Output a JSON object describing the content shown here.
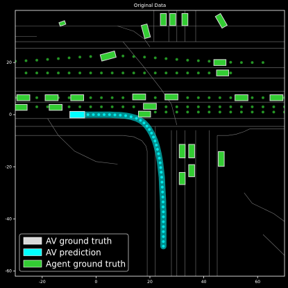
{
  "chart_data": {
    "type": "scatter",
    "title": "Original Data",
    "xlabel": "",
    "ylabel": "",
    "xlim": [
      -30,
      70
    ],
    "ylim": [
      -62,
      40
    ],
    "xticks": [
      -20,
      0,
      20,
      40,
      60
    ],
    "yticks": [
      20,
      0,
      -20,
      -40,
      -60
    ],
    "grid": false,
    "legend": {
      "placement": "lower-left",
      "entries": [
        {
          "label": "AV ground truth",
          "color": "#d9d9d9"
        },
        {
          "label": "AV prediction",
          "color": "#00ffff"
        },
        {
          "label": "Agent ground truth",
          "color": "#33cc33"
        }
      ]
    },
    "colors": {
      "background": "#000000",
      "road_lines": "#7a7a7a",
      "agent_fill": "#33cc33",
      "agent_edge": "#d9d9d9",
      "av_prediction": "#00ffff",
      "av_ground_truth": "#d9d9d9"
    },
    "av": {
      "x": -7,
      "y": 0,
      "w": 5.5,
      "h": 2.4,
      "angle": 0
    },
    "av_prediction": {
      "x": [
        -7,
        -5,
        -3,
        -1,
        1,
        3,
        5,
        7,
        9,
        11,
        13,
        15,
        16.5,
        17.8,
        18.9,
        19.8,
        20.6,
        21.3,
        21.9,
        22.4,
        22.8,
        23.2,
        23.5,
        23.8,
        24.0,
        24.2,
        24.4,
        24.5,
        24.6,
        24.7,
        24.8,
        24.9,
        24.9,
        25.0,
        25.0,
        25.0,
        25.0,
        25.0,
        25.0,
        25.0,
        25.0
      ],
      "y": [
        0,
        0,
        0,
        0,
        0,
        0,
        0,
        -0.1,
        -0.2,
        -0.4,
        -0.8,
        -1.4,
        -2.2,
        -3.2,
        -4.4,
        -5.7,
        -7.1,
        -8.6,
        -10.1,
        -11.7,
        -13.3,
        -15,
        -16.7,
        -18.5,
        -20.3,
        -22.1,
        -24,
        -25.9,
        -27.8,
        -29.7,
        -31.6,
        -33.5,
        -35.4,
        -37.3,
        -39.2,
        -41.1,
        -43,
        -44.9,
        -46.8,
        -48.7,
        -50.5
      ]
    },
    "agent_ground_truth_tracks": [
      {
        "x": [
          -30,
          -26,
          -22,
          -18,
          -14,
          -10,
          -6,
          -2,
          2,
          6,
          10,
          14,
          18,
          22,
          26,
          30,
          34,
          38,
          42,
          46,
          50,
          54,
          58,
          62
        ],
        "y": [
          20.5,
          20.7,
          20.9,
          21.2,
          21.5,
          21.8,
          22.1,
          22.3,
          22.5,
          22.6,
          22.5,
          22.3,
          22.1,
          21.8,
          21.5,
          21.2,
          20.9,
          20.7,
          20.5,
          20.3,
          20.1,
          20,
          20,
          20
        ]
      },
      {
        "x": [
          -26,
          -22,
          -18,
          -14,
          -10,
          -6,
          -2,
          2,
          6,
          10,
          14,
          18,
          22,
          26,
          30,
          34,
          38,
          42,
          46,
          50
        ],
        "y": [
          16,
          16,
          16,
          16,
          16,
          16,
          16,
          16,
          16,
          16,
          16,
          16,
          16,
          16,
          16,
          16,
          16,
          16,
          16,
          16
        ]
      },
      {
        "x": [
          -30,
          -26,
          -22,
          -18,
          -14,
          -10,
          -6,
          -2,
          2,
          6,
          10,
          14,
          18,
          22,
          26,
          30,
          34,
          38,
          42,
          46,
          50,
          54,
          58,
          62,
          66,
          70
        ],
        "y": [
          6.5,
          6.5,
          6.5,
          6.5,
          6.5,
          6.5,
          6.5,
          6.5,
          6.5,
          6.5,
          6.5,
          6.5,
          6.5,
          6.5,
          6.5,
          6.5,
          6.5,
          6.5,
          6.5,
          6.5,
          6.5,
          6.5,
          6.5,
          6.5,
          6.5,
          6.5
        ]
      },
      {
        "x": [
          -30,
          -26,
          -22,
          -18,
          -14,
          -10,
          -6,
          -2,
          2,
          6,
          10,
          14,
          18,
          22,
          26,
          30,
          34,
          38,
          42,
          46,
          50,
          54,
          58,
          62,
          66,
          70
        ],
        "y": [
          3,
          3,
          3,
          3,
          3,
          3,
          3,
          3,
          3,
          3,
          3,
          3,
          3,
          3,
          3,
          3,
          3,
          3,
          3,
          3,
          3,
          3,
          3,
          3,
          3,
          3
        ]
      },
      {
        "x": [
          18,
          22,
          26,
          30,
          34,
          38,
          42,
          46,
          50,
          54,
          58,
          62,
          66,
          70
        ],
        "y": [
          1,
          1,
          1,
          1,
          1,
          1,
          1,
          1,
          1,
          1,
          1,
          1,
          1,
          1
        ]
      }
    ],
    "agents": [
      {
        "x": -12.5,
        "y": 35,
        "w": 2.2,
        "h": 1.4,
        "angle": 20
      },
      {
        "x": 18.5,
        "y": 32,
        "w": 2.2,
        "h": 5,
        "angle": 15
      },
      {
        "x": 25,
        "y": 36.5,
        "w": 2.2,
        "h": 4.5,
        "angle": 0
      },
      {
        "x": 28.5,
        "y": 36.5,
        "w": 2.2,
        "h": 4.5,
        "angle": 0
      },
      {
        "x": 33,
        "y": 36.5,
        "w": 2.2,
        "h": 4.5,
        "angle": 0
      },
      {
        "x": 46.5,
        "y": 36,
        "w": 2.2,
        "h": 5,
        "angle": 30
      },
      {
        "x": 4.5,
        "y": 22.5,
        "w": 5.5,
        "h": 2.4,
        "angle": 15
      },
      {
        "x": 46,
        "y": 20,
        "w": 4.5,
        "h": 2.2,
        "angle": 0
      },
      {
        "x": 47,
        "y": 16,
        "w": 4.5,
        "h": 2.2,
        "angle": 0
      },
      {
        "x": -27,
        "y": 6.5,
        "w": 4.8,
        "h": 2.2,
        "angle": 0
      },
      {
        "x": -16.5,
        "y": 6.5,
        "w": 4.8,
        "h": 2.2,
        "angle": 0
      },
      {
        "x": -7,
        "y": 6.5,
        "w": 4.8,
        "h": 2.2,
        "angle": 0
      },
      {
        "x": 16,
        "y": 6.8,
        "w": 4.8,
        "h": 2.2,
        "angle": 0
      },
      {
        "x": 28,
        "y": 6.8,
        "w": 4.8,
        "h": 2.2,
        "angle": 0
      },
      {
        "x": 54,
        "y": 6.5,
        "w": 4.8,
        "h": 2.2,
        "angle": 0
      },
      {
        "x": 67,
        "y": 6.5,
        "w": 4.8,
        "h": 2.2,
        "angle": 0
      },
      {
        "x": -28,
        "y": 2.8,
        "w": 4.8,
        "h": 2.2,
        "angle": 0
      },
      {
        "x": -15,
        "y": 2.8,
        "w": 4.8,
        "h": 2.2,
        "angle": 0
      },
      {
        "x": 20,
        "y": 3.2,
        "w": 4.8,
        "h": 2.2,
        "angle": 0
      },
      {
        "x": 18,
        "y": 0.2,
        "w": 4.5,
        "h": 2.2,
        "angle": 0
      },
      {
        "x": 32,
        "y": -14,
        "w": 2.2,
        "h": 5,
        "angle": 0
      },
      {
        "x": 35.5,
        "y": -14,
        "w": 2.2,
        "h": 5,
        "angle": 0
      },
      {
        "x": 46.5,
        "y": -17,
        "w": 2.2,
        "h": 5.5,
        "angle": 0
      },
      {
        "x": 35.5,
        "y": -21.5,
        "w": 2.2,
        "h": 4.5,
        "angle": 0
      },
      {
        "x": 32,
        "y": -24.5,
        "w": 2.2,
        "h": 4.5,
        "angle": 0
      }
    ],
    "road_lines": [
      {
        "x": [
          -30,
          70
        ],
        "y": [
          34,
          34
        ]
      },
      {
        "x": [
          -30,
          70
        ],
        "y": [
          28,
          28
        ]
      },
      {
        "x": [
          -30,
          70
        ],
        "y": [
          25.5,
          25.5
        ]
      },
      {
        "x": [
          -30,
          70
        ],
        "y": [
          18,
          18
        ]
      },
      {
        "x": [
          -30,
          70
        ],
        "y": [
          14,
          14
        ]
      },
      {
        "x": [
          -30,
          70
        ],
        "y": [
          9,
          9
        ]
      },
      {
        "x": [
          -30,
          70
        ],
        "y": [
          4.8,
          4.8
        ]
      },
      {
        "x": [
          -30,
          70
        ],
        "y": [
          -1.5,
          -1.5
        ]
      },
      {
        "x": [
          -30,
          70
        ],
        "y": [
          -4.5,
          -4.5
        ]
      },
      {
        "x": [
          -30,
          10
        ],
        "y": [
          -8,
          -8
        ]
      },
      {
        "x": [
          10,
          14,
          17,
          18.5,
          19,
          19
        ],
        "y": [
          -8,
          -8.5,
          -10,
          -12,
          -14,
          -62
        ]
      },
      {
        "x": [
          45,
          49,
          52,
          55,
          57,
          70
        ],
        "y": [
          -8,
          -8,
          -7.5,
          -6.5,
          -5.5,
          -5.5
        ]
      },
      {
        "x": [
          45,
          45
        ],
        "y": [
          -8,
          -62
        ]
      },
      {
        "x": [
          22,
          22
        ],
        "y": [
          -4.5,
          -62
        ]
      },
      {
        "x": [
          28,
          28
        ],
        "y": [
          -6,
          -62
        ]
      },
      {
        "x": [
          30,
          30
        ],
        "y": [
          -6,
          -62
        ]
      },
      {
        "x": [
          33,
          33
        ],
        "y": [
          -6,
          -62
        ]
      },
      {
        "x": [
          37,
          37
        ],
        "y": [
          -6,
          -62
        ]
      },
      {
        "x": [
          42,
          42
        ],
        "y": [
          -6,
          -62
        ]
      },
      {
        "x": [
          21.5,
          21.5
        ],
        "y": [
          28,
          40
        ]
      },
      {
        "x": [
          27,
          27
        ],
        "y": [
          28,
          40
        ]
      },
      {
        "x": [
          30,
          30
        ],
        "y": [
          28,
          40
        ]
      },
      {
        "x": [
          33,
          33
        ],
        "y": [
          28,
          40
        ]
      },
      {
        "x": [
          37,
          37
        ],
        "y": [
          28,
          40
        ]
      },
      {
        "x": [
          -18,
          -14,
          -8,
          0,
          8
        ],
        "y": [
          -1.5,
          -8,
          -14,
          -18,
          -19
        ]
      },
      {
        "x": [
          10,
          18,
          24,
          28,
          30
        ],
        "y": [
          28,
          18,
          10,
          4,
          -4
        ]
      },
      {
        "x": [
          55,
          58,
          62,
          66,
          70
        ],
        "y": [
          -30,
          -34,
          -36,
          -38,
          -41
        ]
      },
      {
        "x": [
          62,
          66,
          70
        ],
        "y": [
          -46,
          -50,
          -54
        ]
      },
      {
        "x": [
          -30,
          -22
        ],
        "y": [
          30,
          30
        ]
      },
      {
        "x": [
          8,
          14,
          18,
          20
        ],
        "y": [
          34,
          32,
          29,
          26
        ]
      }
    ]
  }
}
